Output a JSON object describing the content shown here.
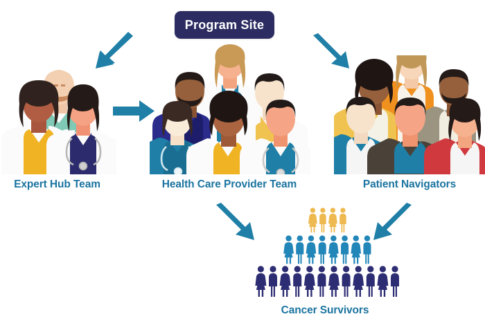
{
  "diagram": {
    "title_badge": {
      "label": "Program Site",
      "bg_color": "#2c2c62",
      "text_color": "#ffffff"
    },
    "caption_color": "#1b74a0",
    "arrow_color": "#1f7fa6",
    "groups": [
      {
        "id": "expert-hub-team",
        "label": "Expert Hub Team",
        "member_count": 3,
        "members": [
          {
            "role": "clinician",
            "hair": "long-dark",
            "skin": "#a8563e",
            "garment": "white-coat",
            "inner_color": "#f0b323"
          },
          {
            "role": "clinician",
            "hair": "bald-bearded",
            "skin": "#f0c6a8",
            "garment": "white-coat",
            "inner_color": "#7fc9b5"
          },
          {
            "role": "clinician",
            "hair": "long-dark",
            "skin": "#f09273",
            "garment": "white-coat",
            "inner_color": "#2b2b6e",
            "accessory": "stethoscope"
          }
        ]
      },
      {
        "id": "health-care-provider-team",
        "label": "Health Care Provider Team",
        "member_count": 6,
        "members": [
          {
            "role": "provider",
            "hair": "blonde-long",
            "skin": "#f3a580",
            "garment": "white-coat",
            "inner_color": "#1f7fa6"
          },
          {
            "role": "provider",
            "hair": "short-dark",
            "skin": "#8a5434",
            "garment": "scrubs",
            "inner_color": "#2b2b8c"
          },
          {
            "role": "provider",
            "hair": "short-dark",
            "skin": "#f3d9bf",
            "garment": "white-coat",
            "inner_color": "#f0c350"
          },
          {
            "role": "provider",
            "hair": "bob-dark",
            "skin": "#f6e0c8",
            "garment": "scrubs",
            "inner_color": "#1f7fa6",
            "accessory": "stethoscope"
          },
          {
            "role": "provider",
            "hair": "afro-dark",
            "skin": "#9e5a36",
            "garment": "white-coat",
            "inner_color": "#f0b323"
          },
          {
            "role": "provider",
            "hair": "short-dark",
            "skin": "#f0946f",
            "garment": "white-coat",
            "inner_color": "#1f7fa6",
            "accessory": "stethoscope"
          }
        ]
      },
      {
        "id": "patient-navigators",
        "label": "Patient Navigators",
        "member_count": 6,
        "members": [
          {
            "role": "navigator",
            "hair": "blonde-long",
            "skin": "#f3c9a8",
            "garment": "casual",
            "inner_color": "#f0901e"
          },
          {
            "role": "navigator",
            "hair": "afro-dark",
            "skin": "#8a5434",
            "garment": "casual",
            "inner_color": "#f0c350"
          },
          {
            "role": "navigator",
            "hair": "short-dark",
            "skin": "#8a5434",
            "garment": "casual",
            "inner_color": "#9a9480"
          },
          {
            "role": "navigator",
            "hair": "short-dark",
            "skin": "#f3d9bf",
            "garment": "casual",
            "inner_color": "#1f7fa6"
          },
          {
            "role": "navigator",
            "hair": "short-dark",
            "skin": "#f0946f",
            "garment": "casual",
            "inner_color": "#4a4238"
          },
          {
            "role": "navigator",
            "hair": "long-dark",
            "skin": "#f3a580",
            "garment": "casual",
            "inner_color": "#d0393e"
          }
        ]
      }
    ],
    "survivors": {
      "label": "Cancer Survivors",
      "rows": [
        {
          "name": "top-row",
          "count": 4,
          "color": "#eeb950"
        },
        {
          "name": "middle-row",
          "count": 8,
          "color": "#2286b8"
        },
        {
          "name": "bottom-row",
          "count": 12,
          "color": "#2d2d74"
        }
      ],
      "total": 24
    },
    "arrows": [
      {
        "id": "arrow-program-to-expert",
        "direction": "down-left",
        "from": "program-site",
        "to": "expert-hub-team"
      },
      {
        "id": "arrow-program-to-navigators",
        "direction": "down-right",
        "from": "program-site",
        "to": "patient-navigators"
      },
      {
        "id": "arrow-expert-to-providers",
        "direction": "right",
        "from": "expert-hub-team",
        "to": "health-care-provider-team"
      },
      {
        "id": "arrow-providers-to-survivors",
        "direction": "down-right",
        "from": "health-care-provider-team",
        "to": "cancer-survivors"
      },
      {
        "id": "arrow-navigators-to-survivors",
        "direction": "down-left",
        "from": "patient-navigators",
        "to": "cancer-survivors"
      }
    ]
  }
}
